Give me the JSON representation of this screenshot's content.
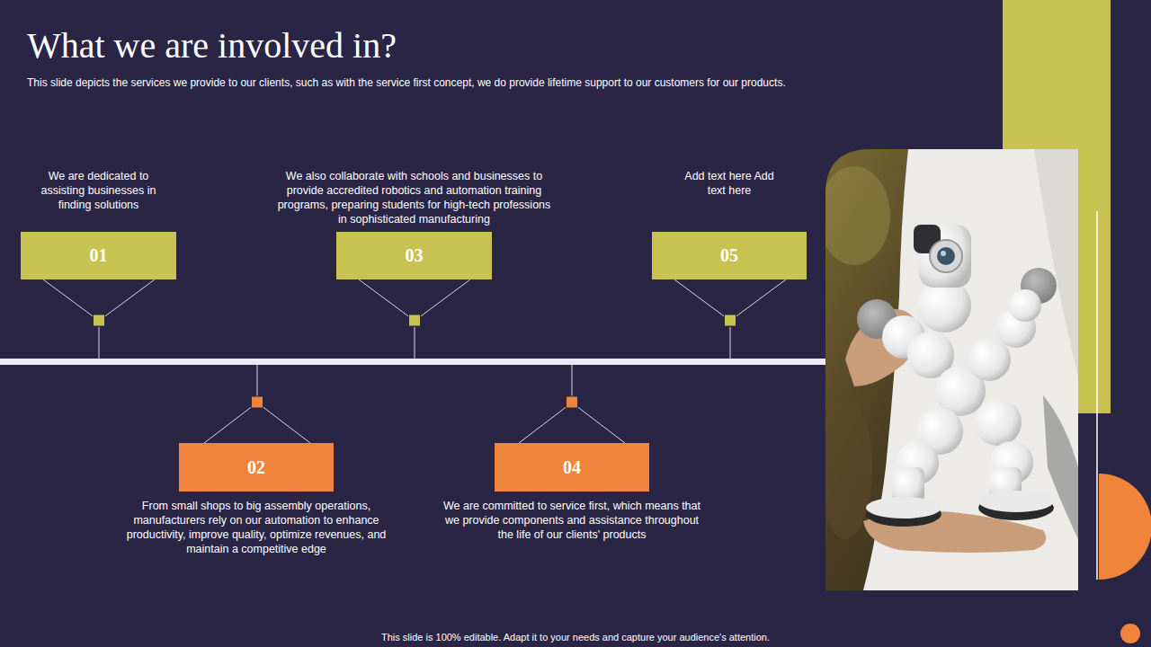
{
  "diagram": {
    "title": "What we are involved in?",
    "nodes": [
      {
        "text": [
          "01",
          "We are dedicated to assisting businesses in finding solutions"
        ]
      },
      {
        "text": [
          "02",
          "From small shops to big assembly operations, manufacturers rely on our automation to enhance productivity, improve quality, optimize revenues, and maintain a competitive edge"
        ]
      },
      {
        "text": [
          "03",
          "We also collaborate with schools and businesses to provide accredited robotics and automation training programs, preparing students for high-tech professions in sophisticated manufacturing"
        ]
      },
      {
        "text": [
          "04",
          "We are committed to service first, which means that we provide components and assistance throughout the life of our clients' products"
        ]
      },
      {
        "text": [
          "05",
          "Add text here Add text here"
        ]
      }
    ],
    "labels": [
      "This slide depicts the services we provide to our clients, such as with the service first concept, we do provide lifetime support to our customers for our products.",
      "This slide is 100% editable. Adapt it to your needs and capture your audience's attention."
    ]
  }
}
